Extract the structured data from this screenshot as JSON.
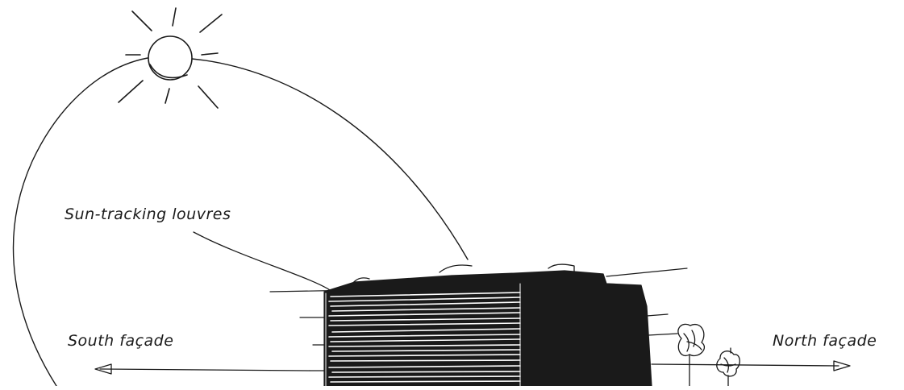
{
  "labels": {
    "louvres": "Sun-tracking louvres",
    "south": "South façade",
    "north": "North façade"
  },
  "colors": {
    "ink": "#1a1a1a",
    "background": "#ffffff"
  },
  "icons": [
    "sun-icon",
    "tree-icon"
  ]
}
